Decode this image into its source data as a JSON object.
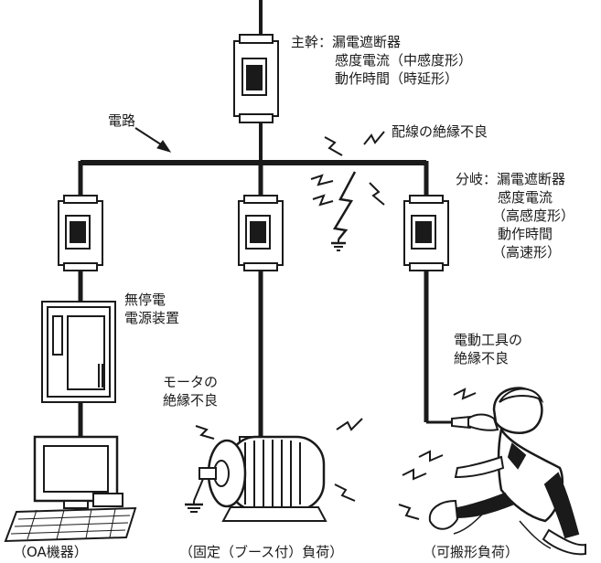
{
  "main_breaker": {
    "title": "主幹：漏電遮断器",
    "line2": "感度電流（中感度形）",
    "line3": "動作時間（時延形）"
  },
  "branch_breaker": {
    "title": "分岐：漏電遮断器",
    "line2": "感度電流",
    "line3": "（高感度形）",
    "line4": "動作時間",
    "line5": "（高速形）"
  },
  "circuit_label": "電路",
  "wiring_fault": "配線の絶縁不良",
  "ups_label": {
    "line1": "無停電",
    "line2": "電源装置"
  },
  "motor_fault": {
    "line1": "モータの",
    "line2": "絶縁不良"
  },
  "tool_fault": {
    "line1": "電動工具の",
    "line2": "絶縁不良"
  },
  "captions": {
    "oa": "（OA機器）",
    "fixed": "（固定（ブース付）負荷）",
    "portable": "（可搬形負荷）"
  }
}
